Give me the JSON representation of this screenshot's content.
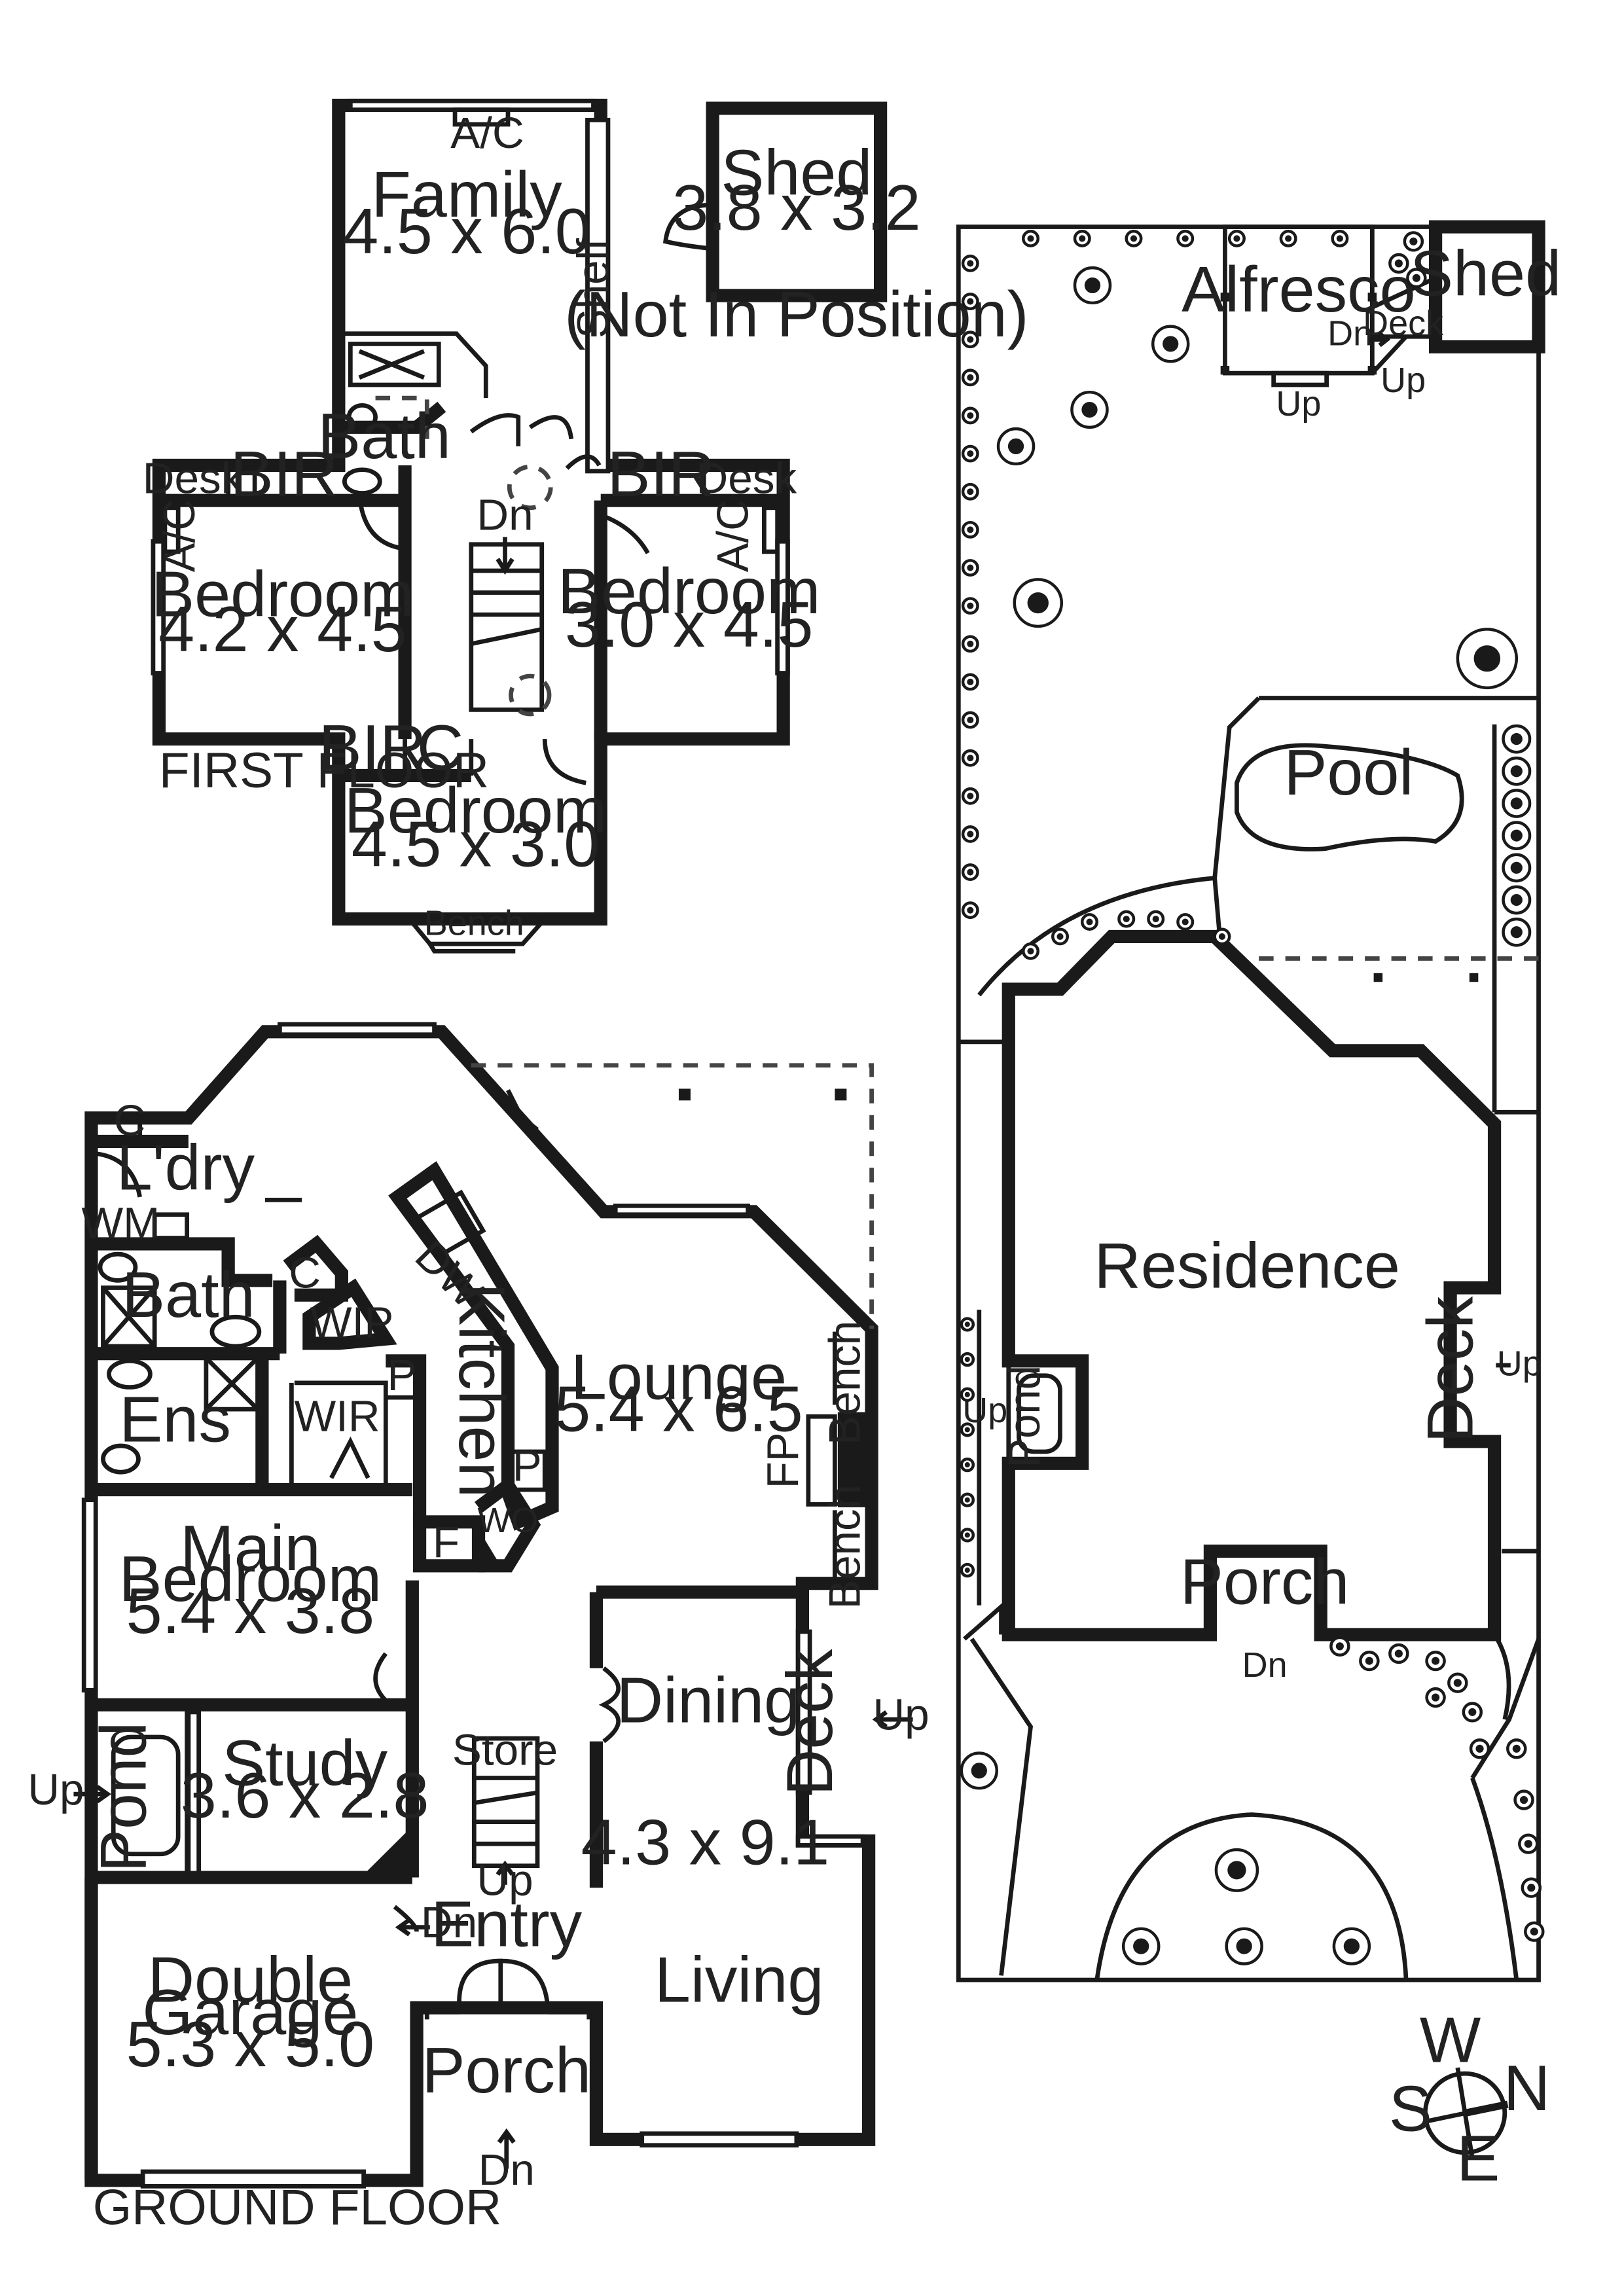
{
  "first_floor": {
    "caption": "FIRST FLOOR",
    "family": {
      "name": "Family",
      "dims": "4.5 x 6.0"
    },
    "ac_top": "A/C",
    "shelf": "Shelf",
    "bath": "Bath",
    "desk_left": "Desk",
    "bir_left": "BIR",
    "bir_right": "BIR",
    "desk_right": "Desk",
    "ac_left": "A/C",
    "ac_right": "A/C",
    "dn": "Dn",
    "bedroom_left": {
      "name": "Bedroom",
      "dims": "4.2 x 4.5"
    },
    "bedroom_right": {
      "name": "Bedroom",
      "dims": "3.0 x 4.5"
    },
    "bir_bottom": "BIR",
    "c_bottom": "C",
    "bedroom_bottom": {
      "name": "Bedroom",
      "dims": "4.5 x 3.0"
    },
    "bench": "Bench"
  },
  "shed_detached": {
    "name": "Shed",
    "dims": "3.8 x 3.2",
    "note": "(Not In Position)"
  },
  "ground_floor": {
    "caption": "GROUND FLOOR",
    "c_top": "C",
    "laundry": "L'dry",
    "wm": "WM",
    "bath": "Bath",
    "c_mid": "C",
    "wip": "WIP",
    "ens": "Ens",
    "wir": "WIR",
    "p1": "P",
    "kitchen": "Kitchen",
    "dw": "DW",
    "p2": "P",
    "wo": "WO",
    "f": "F",
    "lounge": {
      "name": "Lounge",
      "dims": "5.4 x 6.5"
    },
    "bench1": "Bench",
    "fp": "FP",
    "bench2": "Bench",
    "main_bedroom": {
      "name1": "Main",
      "name2": "Bedroom",
      "dims": "5.4 x 3.8"
    },
    "dining": "Dining",
    "deck": "Deck",
    "deck_up": "Up",
    "pond": "Pond",
    "pond_up": "Up",
    "study": {
      "name": "Study",
      "dims": "3.6 x 2.8"
    },
    "store": "Store",
    "stair_up": "Up",
    "living_dims": "4.3 x 9.1",
    "entry_dn": "Dn",
    "entry": "Entry",
    "living": "Living",
    "garage": {
      "name1": "Double",
      "name2": "Garage",
      "dims": "5.3 x 5.0"
    },
    "porch": "Porch",
    "porch_dn": "Dn"
  },
  "site": {
    "alfresco": "Alfresco",
    "shed": "Shed",
    "deck": "Deck",
    "dn": "Dn",
    "up1": "Up",
    "up2": "Up",
    "pool": "Pool",
    "residence": "Residence",
    "deck_right": "Deck",
    "deck_right_up": "Up",
    "pond": "Pond",
    "pond_up": "Up",
    "porch": "Porch",
    "porch_dn": "Dn"
  },
  "compass": {
    "w": "W",
    "n": "N",
    "s": "S",
    "e": "E"
  }
}
